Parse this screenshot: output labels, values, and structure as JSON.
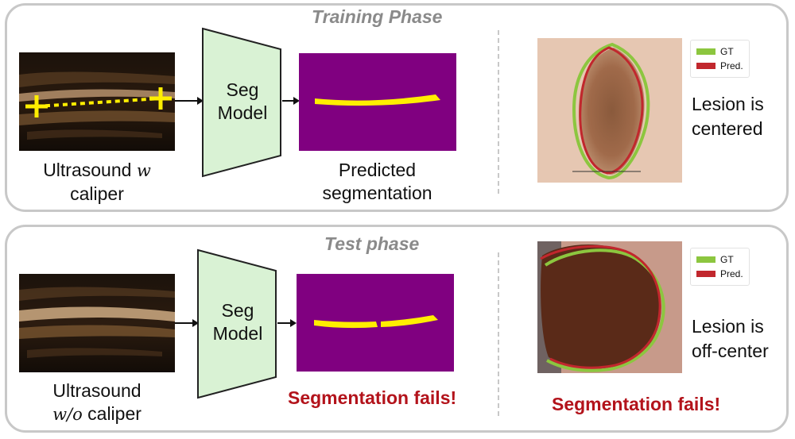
{
  "training": {
    "title": "Training Phase",
    "input_label_prefix": "Ultrasound",
    "input_label_var": "w",
    "input_label_line2": "caliper",
    "model_label_line1": "Seg",
    "model_label_line2": "Model",
    "output_label_line1": "Predicted",
    "output_label_line2": "segmentation",
    "legend_gt": "GT",
    "legend_pred": "Pred.",
    "note_line1": "Lesion is",
    "note_line2": "centered"
  },
  "test": {
    "title": "Test phase",
    "input_label_line1": "Ultrasound",
    "input_label_var": "w/o",
    "input_label_suffix": "caliper",
    "model_label_line1": "Seg",
    "model_label_line2": "Model",
    "fail_label": "Segmentation fails!",
    "legend_gt": "GT",
    "legend_pred": "Pred.",
    "note_line1": "Lesion is",
    "note_line2": "off-center",
    "fail_label_right": "Segmentation fails!"
  },
  "colors": {
    "gt": "#8cc63f",
    "pred": "#c1272d",
    "mask_bg": "#800080",
    "mask_fg": "#ffee00",
    "model_fill": "#d9f2d4",
    "fail_text": "#b3131b"
  }
}
